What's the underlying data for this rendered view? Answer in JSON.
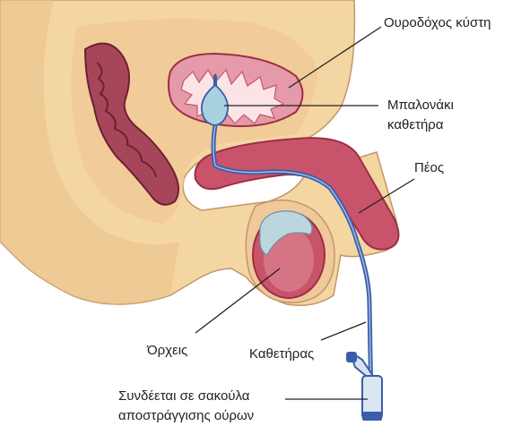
{
  "labels": {
    "bladder": "Ουροδόχος κύστη",
    "balloon_line1": "Μπαλονάκι",
    "balloon_line2": "καθετήρα",
    "penis": "Πέος",
    "testis": "Όρχεις",
    "catheter": "Καθετήρας",
    "bag_line1": "Συνδέεται σε σακούλα",
    "bag_line2": "αποστράγγισης ούρων"
  },
  "colors": {
    "skin": "#f4d6a3",
    "skin_dark": "#e4b47a",
    "tissue": "#c9536a",
    "tissue_dark": "#9c2f45",
    "rectum": "#a7465a",
    "catheter": "#3a5ea8",
    "balloon": "#a8d2e0",
    "line": "#222222"
  }
}
